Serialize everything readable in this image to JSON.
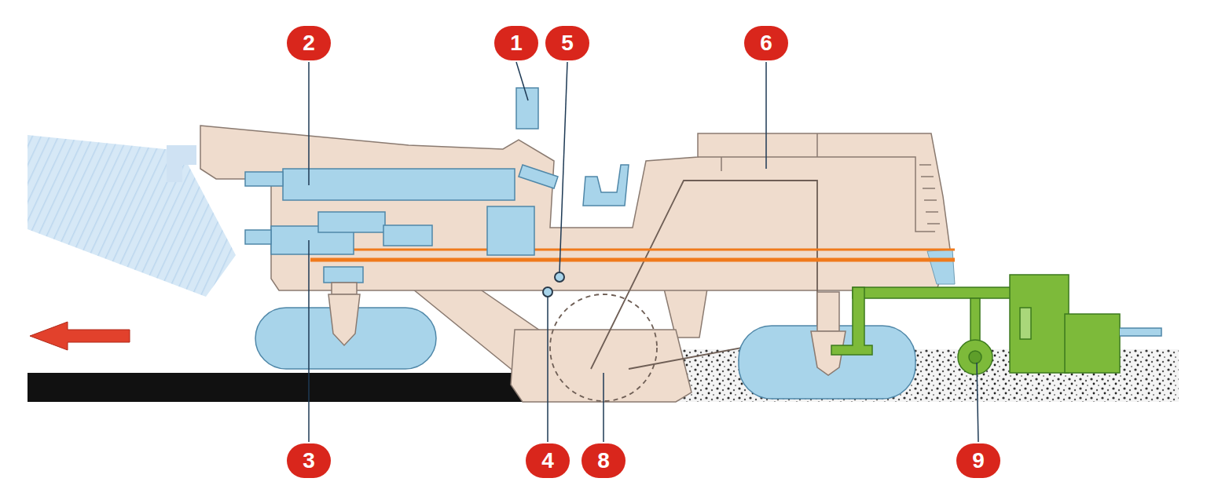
{
  "diagram": {
    "labels": [
      "2",
      "1",
      "5",
      "6",
      "3",
      "4",
      "8",
      "9"
    ]
  }
}
